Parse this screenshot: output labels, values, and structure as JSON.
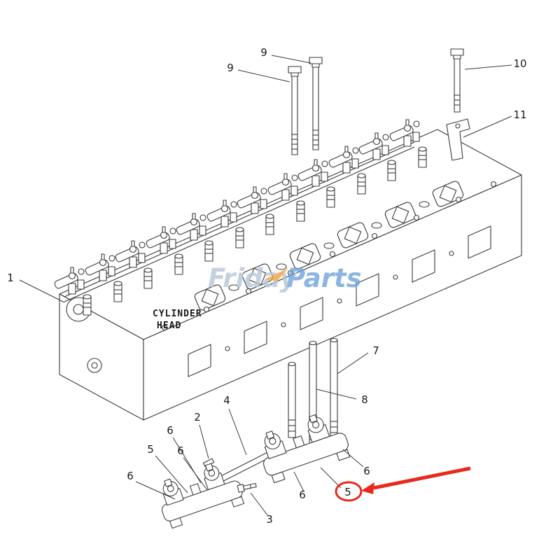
{
  "title": "Cylinder head exploded parts diagram",
  "head_label": {
    "line1": "CYLINDER",
    "line2": "HEAD"
  },
  "watermark": {
    "part1": "Friday",
    "part2": "Parts"
  },
  "colors": {
    "line": "#3a3a3a",
    "red": "#e8291c",
    "wm_gray": "#b7c6d6",
    "wm_blue": "#70a3da",
    "wm_orange": "#f2a03c"
  },
  "callouts": [
    {
      "label": "1"
    },
    {
      "label": "9"
    },
    {
      "label": "9"
    },
    {
      "label": "10"
    },
    {
      "label": "11"
    },
    {
      "label": "7"
    },
    {
      "label": "8"
    },
    {
      "label": "4"
    },
    {
      "label": "2"
    },
    {
      "label": "6"
    },
    {
      "label": "6"
    },
    {
      "label": "5"
    },
    {
      "label": "6"
    },
    {
      "label": "3"
    },
    {
      "label": "6"
    },
    {
      "label": "5",
      "highlighted": true
    },
    {
      "label": "6"
    }
  ]
}
